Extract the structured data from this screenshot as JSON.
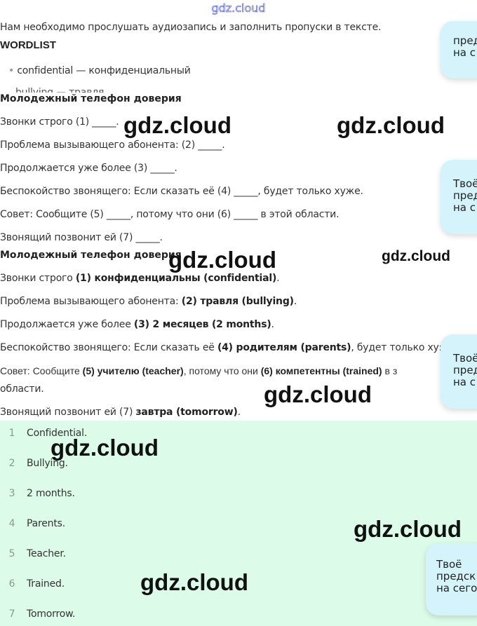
{
  "watermark": "gdz.cloud",
  "intro": "Нам необходимо прослушать аудиозапись и заполнить пропуски в тексте.",
  "wordlist_title": "WORDLIST",
  "wordlist": [
    "confidential — конфиденциальный",
    "bullying — травля"
  ],
  "exercise": {
    "title": "Молодежный телефон доверия",
    "lines": [
      "Звонки строго (1) _____.",
      "Проблема вызывающего абонента: (2) _____.",
      "Продолжается уже более (3) _____.",
      "Беспокойство звонящего: Если сказать её (4) _____, будет только хуже.",
      "Совет: Сообщите (5) _____, потому что они (6) _____ в этой области.",
      "Звонящий позвонит ей (7) _____."
    ]
  },
  "answer": {
    "title": "Молодежный телефон доверия",
    "l1": {
      "a": "Звонки строго ",
      "b": "(1) конфиденциальны (confidential)",
      "c": "."
    },
    "l2": {
      "a": "Проблема вызывающего абонента: ",
      "b": "(2) травля (bullying)",
      "c": "."
    },
    "l3": {
      "a": "Продолжается уже более ",
      "b": "(3) 2 месяцев (2 months)",
      "c": "."
    },
    "l4": {
      "a": "Беспокойство звонящего: Если сказать её ",
      "b": "(4) родителям (parents)",
      "c": ", будет только ху:"
    },
    "l5": {
      "a": "Совет: Сообщите ",
      "b": "(5) учителю (teacher)",
      "c": ", потому что они ",
      "d": "(6) компетентны (trained)",
      "e": " в з",
      "f": "области."
    },
    "l7": {
      "a": "Звонящий позвонит ей (7) ",
      "b": "завтра (tomorrow)",
      "c": "."
    }
  },
  "answers_list": [
    {
      "n": "1",
      "text": "Confidential."
    },
    {
      "n": "2",
      "text": "Bullying."
    },
    {
      "n": "3",
      "text": "2 months."
    },
    {
      "n": "4",
      "text": "Parents."
    },
    {
      "n": "5",
      "text": "Teacher."
    },
    {
      "n": "6",
      "text": "Trained."
    },
    {
      "n": "7",
      "text": "Tomorrow."
    }
  ],
  "bubbles": [
    {
      "l1": "пред",
      "l2": "на с"
    },
    {
      "l1": "Твоё",
      "l2": "пред",
      "l3": "на с"
    },
    {
      "l1": "Твоё",
      "l2": "пред",
      "l3": "на с"
    },
    {
      "l1": "Твоё",
      "l2": "предск",
      "l3": "на сего"
    }
  ],
  "colors": {
    "bubble": "#d4f3fb",
    "answers_bg": "#dcfbe8"
  }
}
